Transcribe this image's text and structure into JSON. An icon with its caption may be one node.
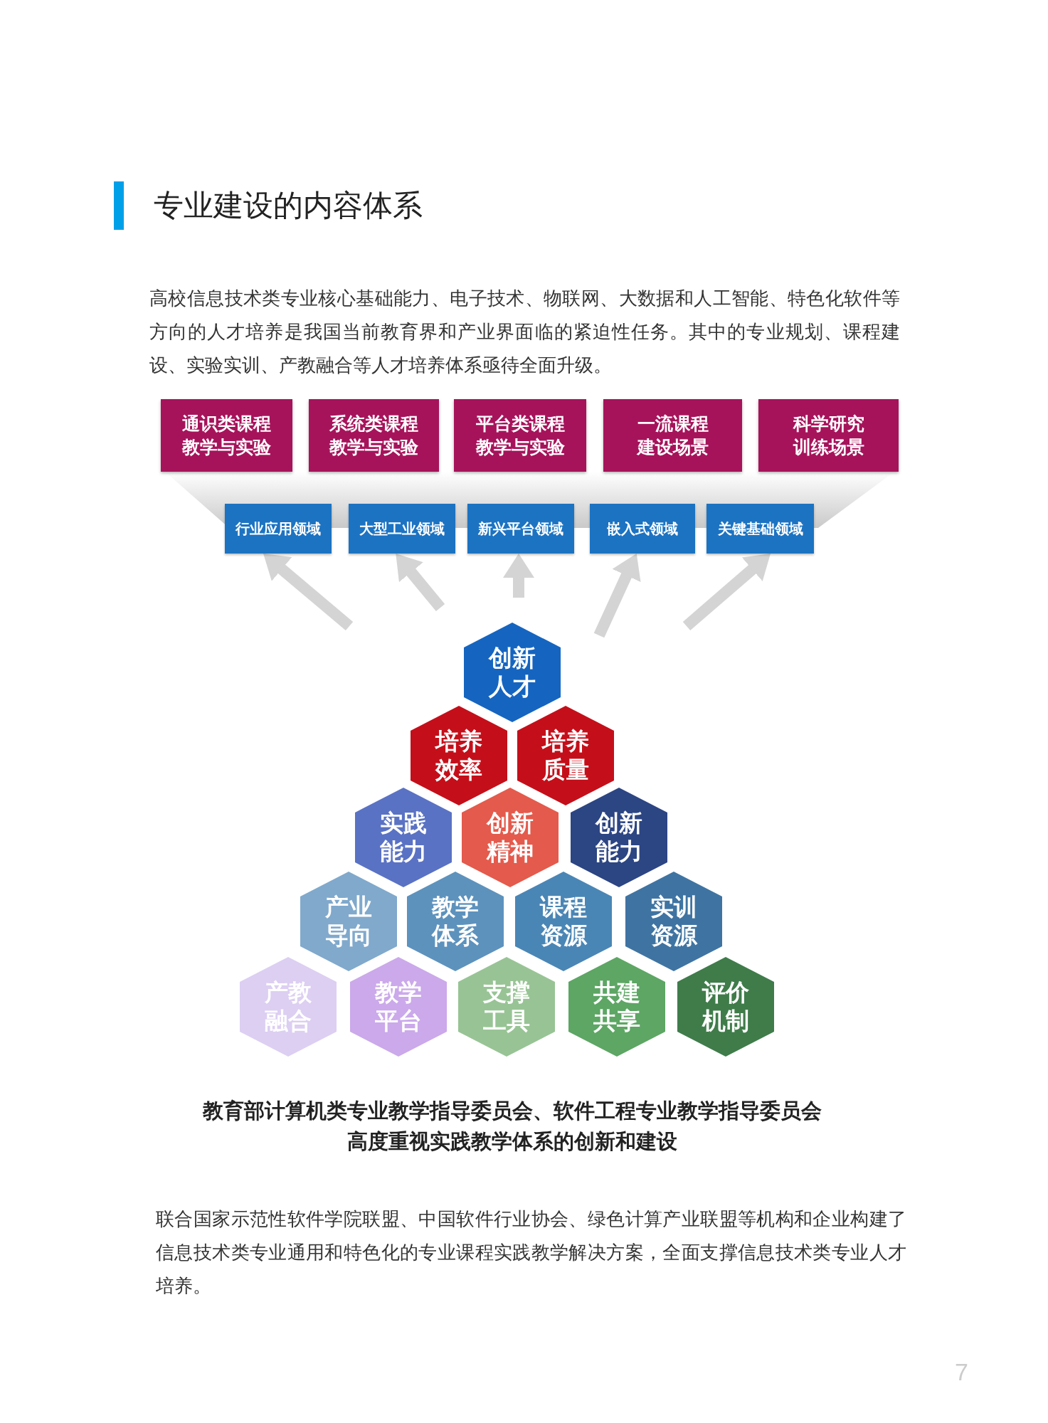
{
  "diagram": {
    "title": "专业建设的内容体系",
    "caption": "教育部计算机类专业教学指导委员会、软件工程专业教学指导委员会高度重视实践教学体系的创新和建设",
    "nodes": [
      {
        "text": [
          "通识类课程教学与实验"
        ]
      },
      {
        "text": [
          "系统类课程教学与实验"
        ]
      },
      {
        "text": [
          "平台类课程教学与实验"
        ]
      },
      {
        "text": [
          "一流课程建设场景"
        ]
      },
      {
        "text": [
          "科学研究训练场景"
        ]
      },
      {
        "text": [
          "行业应用领域"
        ]
      },
      {
        "text": [
          "大型工业领域"
        ]
      },
      {
        "text": [
          "新兴平台领域"
        ]
      },
      {
        "text": [
          "嵌入式领域"
        ]
      },
      {
        "text": [
          "关键基础领域"
        ]
      },
      {
        "text": [
          "创新人才"
        ]
      },
      {
        "text": [
          "培养效率"
        ]
      },
      {
        "text": [
          "培养质量"
        ]
      },
      {
        "text": [
          "实践能力"
        ]
      },
      {
        "text": [
          "创新精神"
        ]
      },
      {
        "text": [
          "创新能力"
        ]
      },
      {
        "text": [
          "产业导向"
        ]
      },
      {
        "text": [
          "教学体系"
        ]
      },
      {
        "text": [
          "课程资源"
        ]
      },
      {
        "text": [
          "实训资源"
        ]
      },
      {
        "text": [
          "产教融合"
        ]
      },
      {
        "text": [
          "教学平台"
        ]
      },
      {
        "text": [
          "支撑工具"
        ]
      },
      {
        "text": [
          "共建共享"
        ]
      },
      {
        "text": [
          "评价机制"
        ]
      }
    ],
    "edges": [
      {
        "from": null,
        "to": 5,
        "arrow": "to"
      },
      {
        "from": null,
        "to": 6,
        "arrow": "to"
      },
      {
        "from": null,
        "to": 7,
        "arrow": "to"
      },
      {
        "from": null,
        "to": 8,
        "arrow": "to"
      },
      {
        "from": null,
        "to": 9,
        "arrow": "to"
      }
    ],
    "labels": [
      "高校信息技术类专业核心基础能力、电子技术、物联网、大数据和人工智能、特色化软件等方向的人才培养是我国当前教育界和产业界面临的紧迫性任务。其中的专业规划、课程建设、实验实训、产教融合等人才培养体系亟待全面升级。",
      "联合国家示范性软件学院联盟、中国软件行业协会、绿色计算产业联盟等机构和企业构建了信息技术类专业通用和特色化的专业课程实践教学解决方案，全面支撑信息技术类专业人才培养。",
      "7"
    ]
  }
}
